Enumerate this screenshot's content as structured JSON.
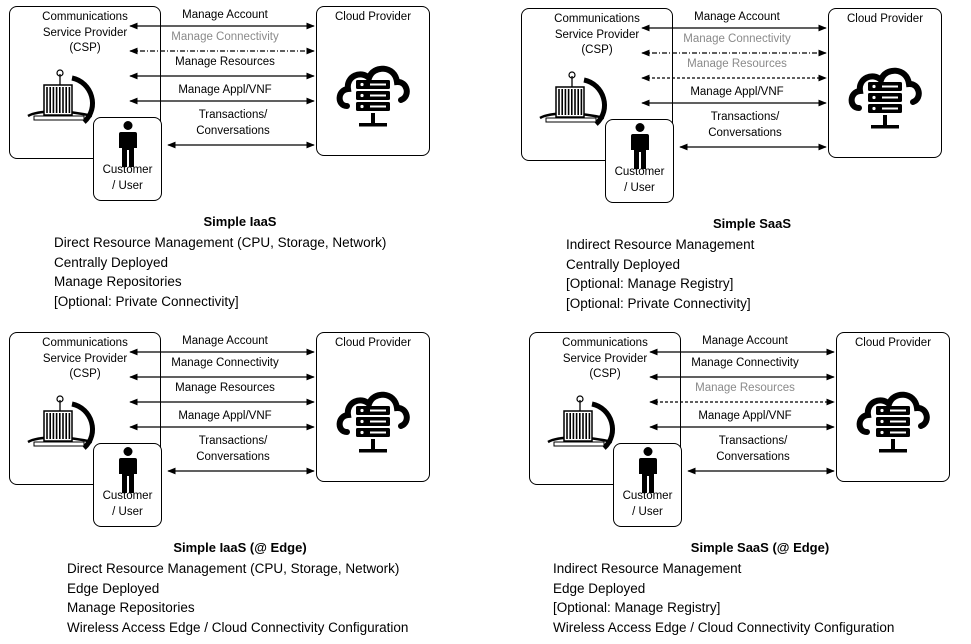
{
  "labels": {
    "csp": [
      "Communications",
      "Service Provider",
      "(CSP)"
    ],
    "cloud": "Cloud Provider",
    "user": [
      "Customer",
      "/ User"
    ]
  },
  "panels": [
    {
      "title": "Simple IaaS",
      "arrows": [
        {
          "label": "Manage Account",
          "style": "solid"
        },
        {
          "label": "Manage Connectivity",
          "style": "dashdot"
        },
        {
          "label": "Manage Resources",
          "style": "solid"
        },
        {
          "label": "Manage Appl/VNF",
          "style": "solid"
        },
        {
          "label": "Transactions/ Conversations",
          "style": "solid"
        }
      ],
      "description": [
        "Direct Resource Management (CPU, Storage, Network)",
        "Centrally Deployed",
        "Manage Repositories",
        "[Optional: Private Connectivity]"
      ]
    },
    {
      "title": "Simple SaaS",
      "arrows": [
        {
          "label": "Manage Account",
          "style": "solid"
        },
        {
          "label": "Manage Connectivity",
          "style": "dashdot"
        },
        {
          "label": "Manage Resources",
          "style": "dashed"
        },
        {
          "label": "Manage Appl/VNF",
          "style": "solid"
        },
        {
          "label": "Transactions/ Conversations",
          "style": "solid"
        }
      ],
      "description": [
        "Indirect Resource Management",
        "Centrally Deployed",
        "[Optional: Manage Registry]",
        "[Optional: Private Connectivity]"
      ]
    },
    {
      "title": "Simple IaaS (@ Edge)",
      "arrows": [
        {
          "label": "Manage Account",
          "style": "solid"
        },
        {
          "label": "Manage Connectivity",
          "style": "solid"
        },
        {
          "label": "Manage Resources",
          "style": "solid"
        },
        {
          "label": "Manage Appl/VNF",
          "style": "solid"
        },
        {
          "label": "Transactions/ Conversations",
          "style": "solid"
        }
      ],
      "description": [
        "Direct Resource Management (CPU, Storage, Network)",
        "Edge Deployed",
        "Manage Repositories",
        "Wireless Access Edge / Cloud Connectivity Configuration"
      ]
    },
    {
      "title": "Simple SaaS (@ Edge)",
      "arrows": [
        {
          "label": "Manage Account",
          "style": "solid"
        },
        {
          "label": "Manage Connectivity",
          "style": "solid"
        },
        {
          "label": "Manage Resources",
          "style": "dashed"
        },
        {
          "label": "Manage Appl/VNF",
          "style": "solid"
        },
        {
          "label": "Transactions/ Conversations",
          "style": "solid"
        }
      ],
      "description": [
        "Indirect Resource Management",
        "Edge Deployed",
        "[Optional: Manage Registry]",
        "Wireless Access Edge / Cloud Connectivity Configuration"
      ]
    }
  ]
}
